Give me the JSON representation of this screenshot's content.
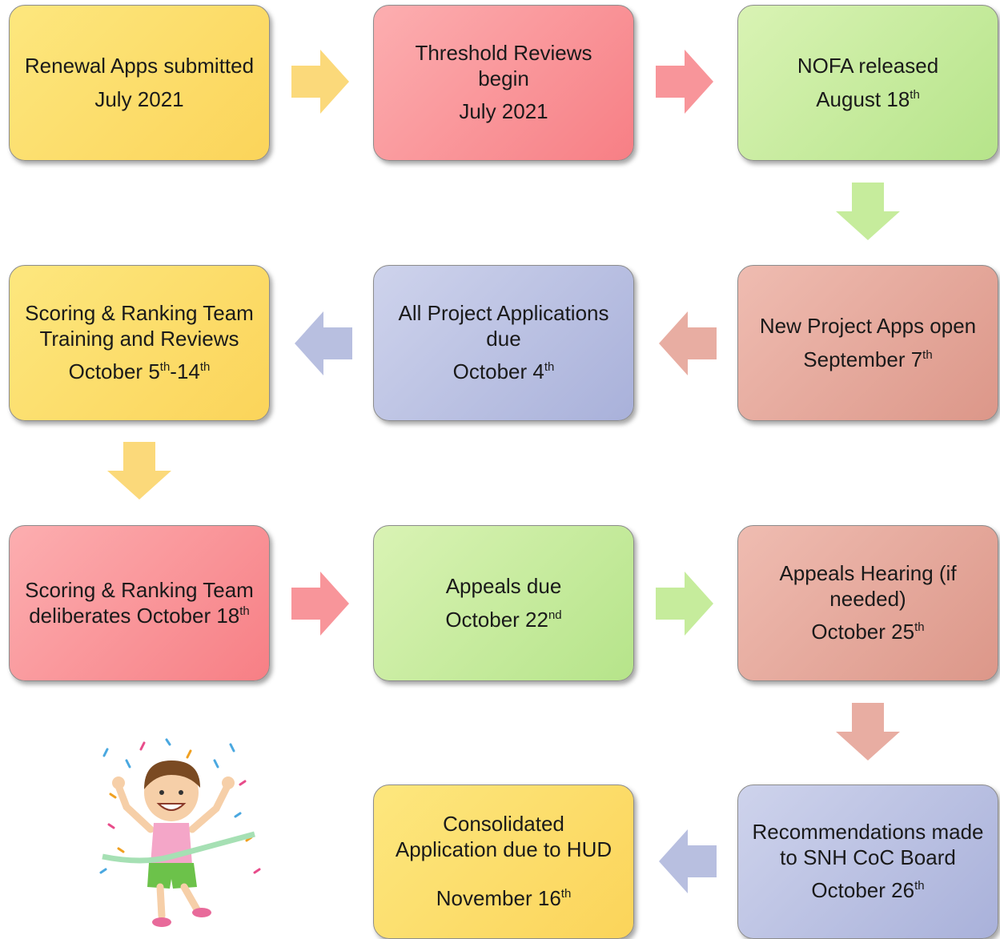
{
  "steps": [
    {
      "id": "renewal",
      "line1": "Renewal Apps submitted",
      "line2": "",
      "date": "July 2021",
      "sup": "",
      "date2": "",
      "sup2": ""
    },
    {
      "id": "threshold",
      "line1": "Threshold Reviews",
      "line2": "begin",
      "date": "July 2021",
      "sup": "",
      "date2": "",
      "sup2": ""
    },
    {
      "id": "nofa",
      "line1": "NOFA released",
      "line2": "",
      "date": "August 18",
      "sup": "th",
      "date2": "",
      "sup2": ""
    },
    {
      "id": "new-project",
      "line1": "New Project Apps open",
      "line2": "",
      "date": "September 7",
      "sup": "th",
      "date2": "",
      "sup2": ""
    },
    {
      "id": "all-project",
      "line1": "All Project Applications",
      "line2": "due",
      "date": "October 4",
      "sup": "th",
      "date2": "",
      "sup2": ""
    },
    {
      "id": "scoring-training",
      "line1": "Scoring & Ranking Team",
      "line2": "Training and Reviews",
      "date": "October 5",
      "sup": "th",
      "date2": "-14",
      "sup2": "th"
    },
    {
      "id": "scoring-deliberates",
      "line1": "Scoring & Ranking Team",
      "line2": "deliberates October 18",
      "date": "",
      "sup": "th",
      "date2": "",
      "sup2": ""
    },
    {
      "id": "appeals-due",
      "line1": "Appeals due",
      "line2": "",
      "date": "October 22",
      "sup": "nd",
      "date2": "",
      "sup2": ""
    },
    {
      "id": "appeals-hearing",
      "line1": "Appeals Hearing (if",
      "line2": "needed)",
      "date": "October 25",
      "sup": "th",
      "date2": "",
      "sup2": ""
    },
    {
      "id": "recommendations",
      "line1": "Recommendations made",
      "line2": "to SNH CoC Board",
      "date": "October 26",
      "sup": "th",
      "date2": "",
      "sup2": ""
    },
    {
      "id": "consolidated",
      "line1": "Consolidated",
      "line2": "Application due to HUD",
      "date": "November 16",
      "sup": "th",
      "date2": "",
      "sup2": ""
    }
  ],
  "colors": {
    "yellow_arrow": "#fbd97a",
    "red_arrow": "#f8959a",
    "green_arrow": "#c6ec9c",
    "brown_arrow": "#e8ada2",
    "blue_arrow": "#b8bfe0"
  }
}
